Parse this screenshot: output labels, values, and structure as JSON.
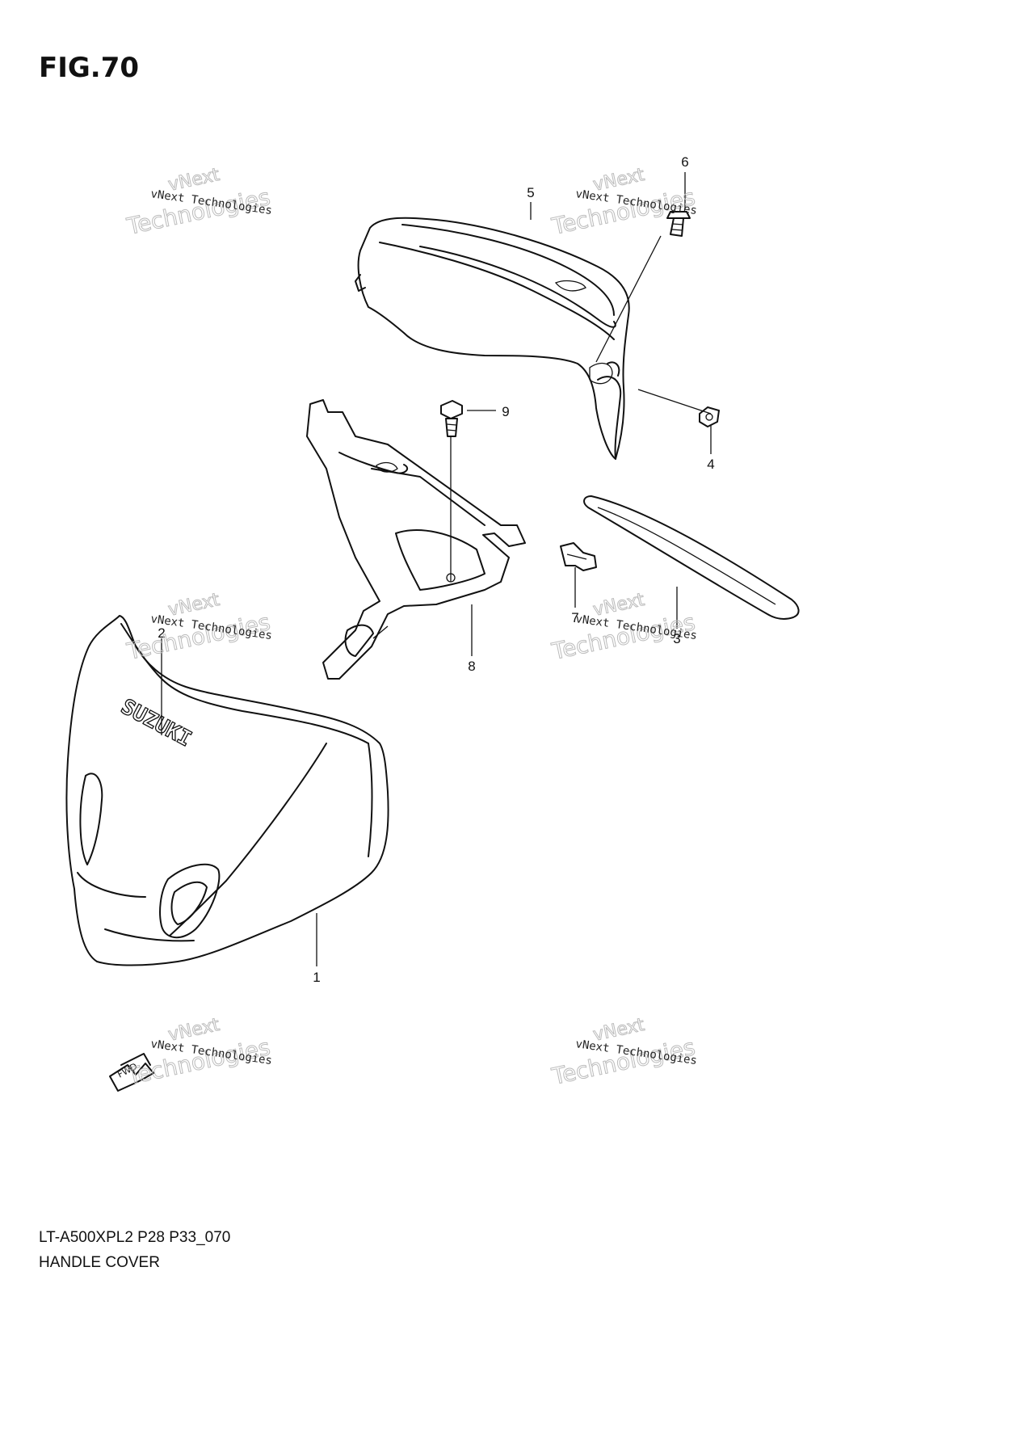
{
  "figure": {
    "title": "FIG.70"
  },
  "callouts": [
    {
      "id": "1",
      "label": "1"
    },
    {
      "id": "2",
      "label": "2"
    },
    {
      "id": "3",
      "label": "3"
    },
    {
      "id": "4",
      "label": "4"
    },
    {
      "id": "5",
      "label": "5"
    },
    {
      "id": "6",
      "label": "6"
    },
    {
      "id": "7",
      "label": "7"
    },
    {
      "id": "8",
      "label": "8"
    },
    {
      "id": "9",
      "label": "9"
    }
  ],
  "watermark": {
    "small_text": "vNext Technologies",
    "big_text": "Technologies",
    "top_text": "vNext"
  },
  "parts_text": {
    "logo": "SUZUKI",
    "fwd_arrow": "FWD"
  },
  "caption": {
    "model_code": "LT-A500XPL2 P28 P33_070",
    "assembly_name": "HANDLE COVER"
  }
}
